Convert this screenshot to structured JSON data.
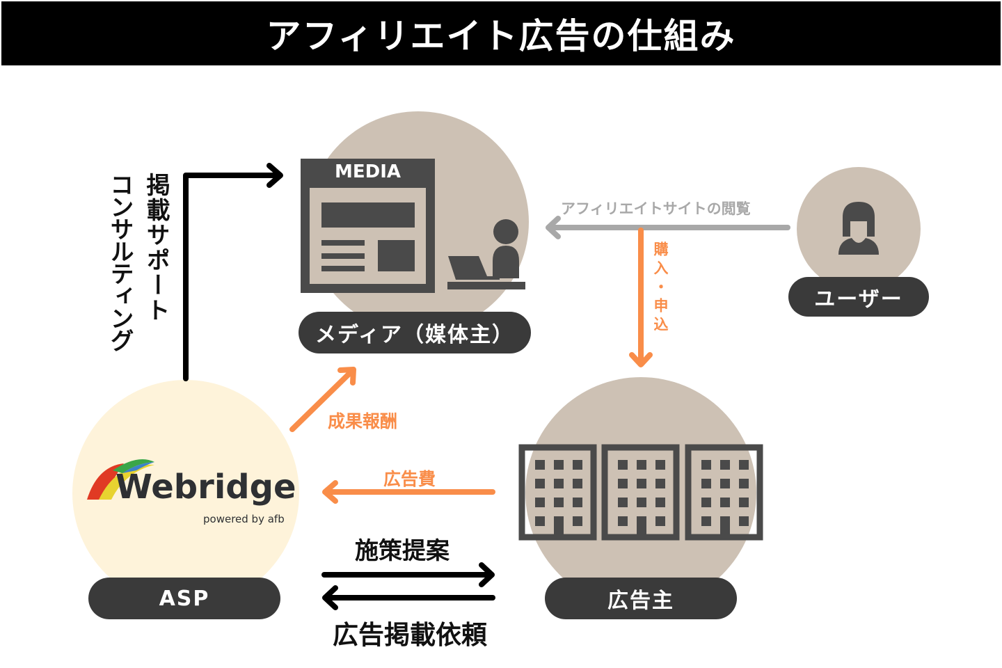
{
  "title": "アフィリエイト広告の仕組み",
  "nodes": {
    "media": {
      "label": "メディア（媒体主）",
      "icon_text": "MEDIA",
      "icon": "media-website-icon"
    },
    "user": {
      "label": "ユーザー",
      "icon": "user-female-icon"
    },
    "advertiser": {
      "label": "広告主",
      "icon": "buildings-icon"
    },
    "asp": {
      "label": "ASP",
      "logo_name": "Webridge",
      "logo_sub": "powered by afb"
    }
  },
  "flows": {
    "support_line1": "掲載サポート",
    "support_line2": "コンサルティング",
    "browse": "アフィリエイトサイトの閲覧",
    "purchase": "購入・申込",
    "reward": "成果報酬",
    "ad_fee": "広告費",
    "proposal": "施策提案",
    "request": "広告掲載依頼"
  },
  "colors": {
    "orange": "#f98d49",
    "grey": "#a8a8a8",
    "dark": "#3a3a3a",
    "taupe": "#cdc1b4",
    "cream": "#fef3da"
  }
}
